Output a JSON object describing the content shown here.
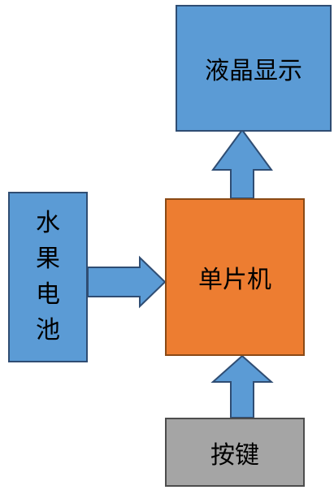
{
  "colors": {
    "blue_fill": "#5b9bd5",
    "orange_fill": "#ed7d31",
    "gray_fill": "#a5a5a5",
    "arrow_fill": "#5b9bd5",
    "arrow_stroke": "#2f4d73"
  },
  "diagram": {
    "lcd_label": "液晶显示",
    "mcu_label": "单片机",
    "battery_label": [
      "水",
      "果",
      "电",
      "池"
    ],
    "key_label": "按键"
  }
}
